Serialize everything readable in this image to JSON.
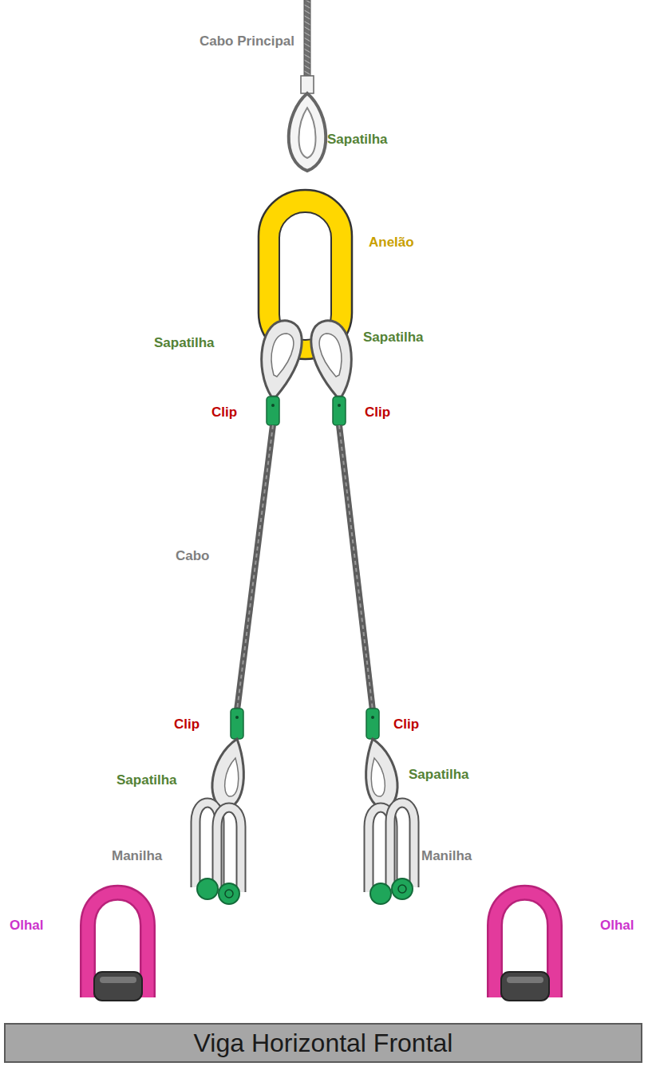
{
  "diagram": {
    "nodes": [
      {
        "text": [
          "Viga Horizontal Frontal"
        ]
      }
    ],
    "edges": [],
    "labels": [
      "Cabo Principal",
      "Sapatilha",
      "Anelão",
      "Sapatilha",
      "Sapatilha",
      "Clip",
      "Clip",
      "Cabo",
      "Clip",
      "Clip",
      "Sapatilha",
      "Sapatilha",
      "Manilha",
      "Manilha",
      "Olhal",
      "Olhal"
    ]
  }
}
